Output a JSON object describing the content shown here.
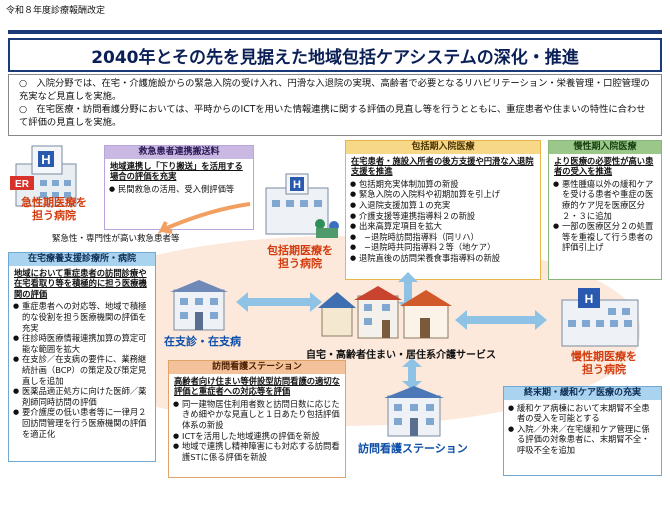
{
  "header_note": "令和８年度診療報酬改定",
  "title": "2040年とその先を見据えた地域包括ケアシステムの深化・推進",
  "summary": {
    "line1": "○　入院分野では、在宅・介護施設からの緊急入院の受け入れ、円滑な入退院の実現、高齢者で必要となるリハビリテーション・栄養管理・口腔管理の充実など見直しを実施。",
    "line2": "○　在宅医療・訪問看護分野においては、平時からのICTを用いた情報連携に関する評価の見直し等を行うとともに、重症患者や住まいの特性に合わせて評価の見直しを実施。"
  },
  "emergency_transport": {
    "heading": "救急患者連携搬送料",
    "sub": "地域連携し「下り搬送」を活用する場合の評価を充実",
    "items": [
      "民間救急の活用、受入側評価等"
    ]
  },
  "acute_hospital": {
    "label_line1": "急性期医療を",
    "label_line2": "担う病院",
    "er_sign": "ER"
  },
  "emergency_note": "緊急性・専門性が高い救急患者等",
  "community_hospital": {
    "label_line1": "包括期医療を",
    "label_line2": "担う病院"
  },
  "admission_care": {
    "heading": "包括期入院医療",
    "sub": "在宅患者・施設入所者の後方支援や円滑な入退院支援を推進",
    "items": [
      "包括期充実体制加算の新設",
      "緊急入院の入院料や初期加算を引上げ",
      "入退院支援加算１の充実",
      "介護支援等連携指導料２の新設",
      "出来高算定項目を拡大",
      "−退院時訪問指導料（同リハ）",
      "−退院時共同指導料２等（地ケア）",
      "退院直後の訪問栄養食事指導料の新設"
    ]
  },
  "chronic_care": {
    "heading": "慢性期入院医療",
    "sub": "より医療の必要性が高い患者の受入を推進",
    "items": [
      "悪性腫瘍以外の緩和ケアを受ける患者や重症の医療的ケア児を医療区分２・３に追加",
      "一部の医療区分２の処置等を重複して行う患者の評価引上げ"
    ]
  },
  "chronic_hospital": {
    "label_line1": "慢性期医療を",
    "label_line2": "担う病院"
  },
  "home_support": {
    "heading": "在宅療養支援診療所・病院",
    "sub": "地域において重症患者の訪問診療や在宅看取り等を積極的に担う医療機関の評価",
    "items": [
      "重症患者への対応等、地域で積極的な役割を担う医療機関の評価を充実",
      "往診時医療情報連携加算の算定可能な範囲を拡大",
      "在支診／在支病の要件に、業務継続計画（BCP）の策定及び策定見直しを追加",
      "医薬品適正処方に向けた医師／薬剤師同時訪問の評価",
      "要介護度の低い患者等に一律月２回訪問管理を行う医療機関の評価を適正化"
    ]
  },
  "home_clinic_label": "在支診・在支病",
  "housing_label": "自宅・高齢者住まい・居住系介護サービス",
  "home_nursing": {
    "heading": "訪問看護ステーション",
    "sub": "高齢者向け住まい等併設型訪問看護の適切な評価と重症者への対応等を評価",
    "items": [
      "同一建物居住利用者数と訪問日数に応じたきめ細やかな見直しと１日あたり包括評価体系の新設",
      "ICTを活用した地域連携の評価を新設",
      "地域で連携し精神障害にも対応する訪問看護STに係る評価を新設"
    ]
  },
  "nursing_station_label": "訪問看護ステーション",
  "palliative": {
    "heading": "終末期・緩和ケア医療の充実",
    "items": [
      "緩和ケア病棟において末期腎不全患者の受入を可能とする",
      "入院／外来／在宅緩和ケア管理に係る評価の対象患者に、末期腎不全・呼吸不全を追加"
    ]
  },
  "colors": {
    "title_border": "#1a3a78",
    "orange_label": "#d23c0e",
    "blue_label": "#0d4ea8",
    "panel_head_green": "#9bc88a",
    "panel_head_yellow": "#f6d888",
    "panel_head_purple": "#c9b8e2",
    "panel_head_blue": "#a9d3ee",
    "bg_arrow": "#fbe3d3"
  }
}
